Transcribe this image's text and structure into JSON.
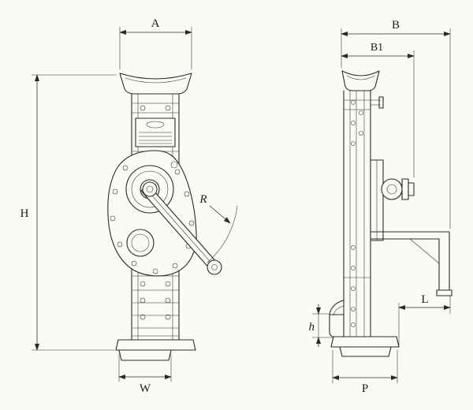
{
  "drawing": {
    "background_color": "#fbfaf7",
    "line_color": "#2a2a2a",
    "views": {
      "front": "front-elevation",
      "side": "side-elevation"
    },
    "dimension_labels": {
      "A": "A",
      "B": "B",
      "B1": "B1",
      "H": "H",
      "R": "R",
      "W": "W",
      "L": "L",
      "h": "h",
      "P": "P"
    }
  }
}
